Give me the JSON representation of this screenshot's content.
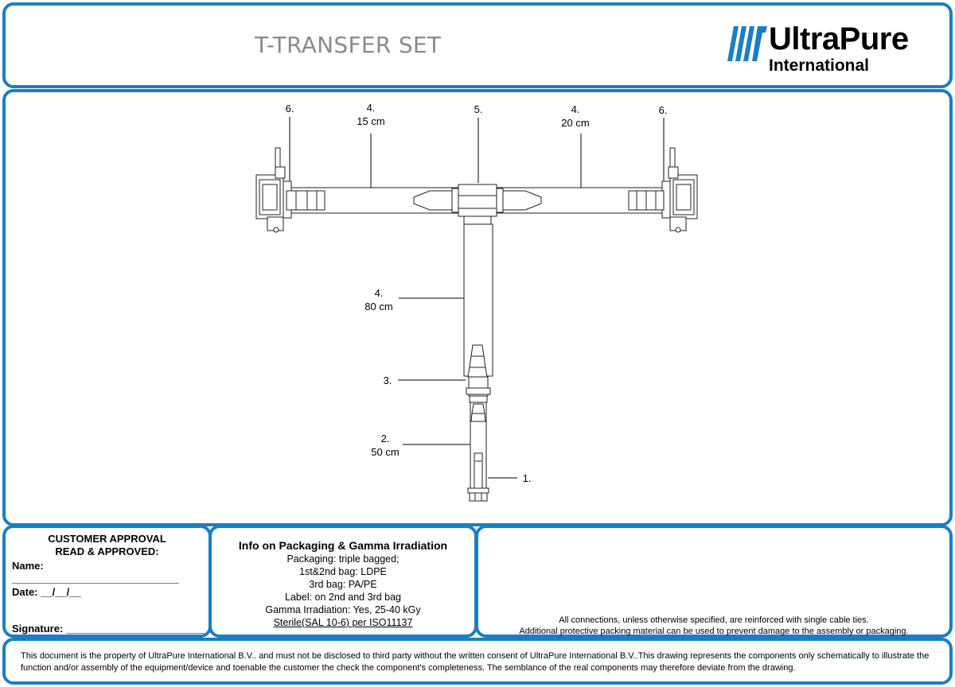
{
  "header": {
    "title": "T-TRANSFER SET",
    "logo": {
      "name": "UltraPure",
      "subtitle": "International"
    }
  },
  "drawing": {
    "callouts": [
      {
        "id": "left-connector",
        "number": "6.",
        "length": ""
      },
      {
        "id": "left-tube",
        "number": "4.",
        "length": "15 cm"
      },
      {
        "id": "t-connector",
        "number": "5.",
        "length": ""
      },
      {
        "id": "right-tube",
        "number": "4.",
        "length": "20 cm"
      },
      {
        "id": "right-connector",
        "number": "6.",
        "length": ""
      },
      {
        "id": "main-tube",
        "number": "4.",
        "length": "80 cm"
      },
      {
        "id": "reducer",
        "number": "3.",
        "length": ""
      },
      {
        "id": "lower-tube",
        "number": "2.",
        "length": "50 cm"
      },
      {
        "id": "end-fitting",
        "number": "1.",
        "length": ""
      }
    ]
  },
  "approval": {
    "title_line1": "CUSTOMER APPROVAL",
    "title_line2": "READ & APPROVED:",
    "name_label": "Name:",
    "name_blank": "_____________________________",
    "date_label": "Date:  __/__/__",
    "signature_label": "Signature: ________________________"
  },
  "info": {
    "title": "Info on Packaging & Gamma Irradiation",
    "lines": [
      "Packaging: triple bagged;",
      "1st&2nd bag: LDPE",
      "3rd bag: PA/PE",
      "Label: on 2nd and 3rd bag",
      "Gamma Irradiation: Yes, 25-40 kGy",
      "Sterile(SAL 10-6) per ISO11137"
    ]
  },
  "notes": {
    "line1": "All connections, unless otherwise specified, are reinforced with single cable ties.",
    "line2": "Additional protective packing material can be used to prevent damage to the assembly or packaging."
  },
  "footer": {
    "disclaimer": "This document is the property of UltraPure International B.V.. and must not be disclosed to third party without the written consent of UltraPure International B.V..This drawing represents the components only schematically to illustrate the function and/or assembly of the equipment/device and toenable the customer the check the component's completeness. The semblance of the real components may therefore deviate from the drawing."
  },
  "colors": {
    "frame": "#1b7ec2",
    "logo_stripes": "#1b7ec2",
    "title": "#8a8a8a"
  }
}
